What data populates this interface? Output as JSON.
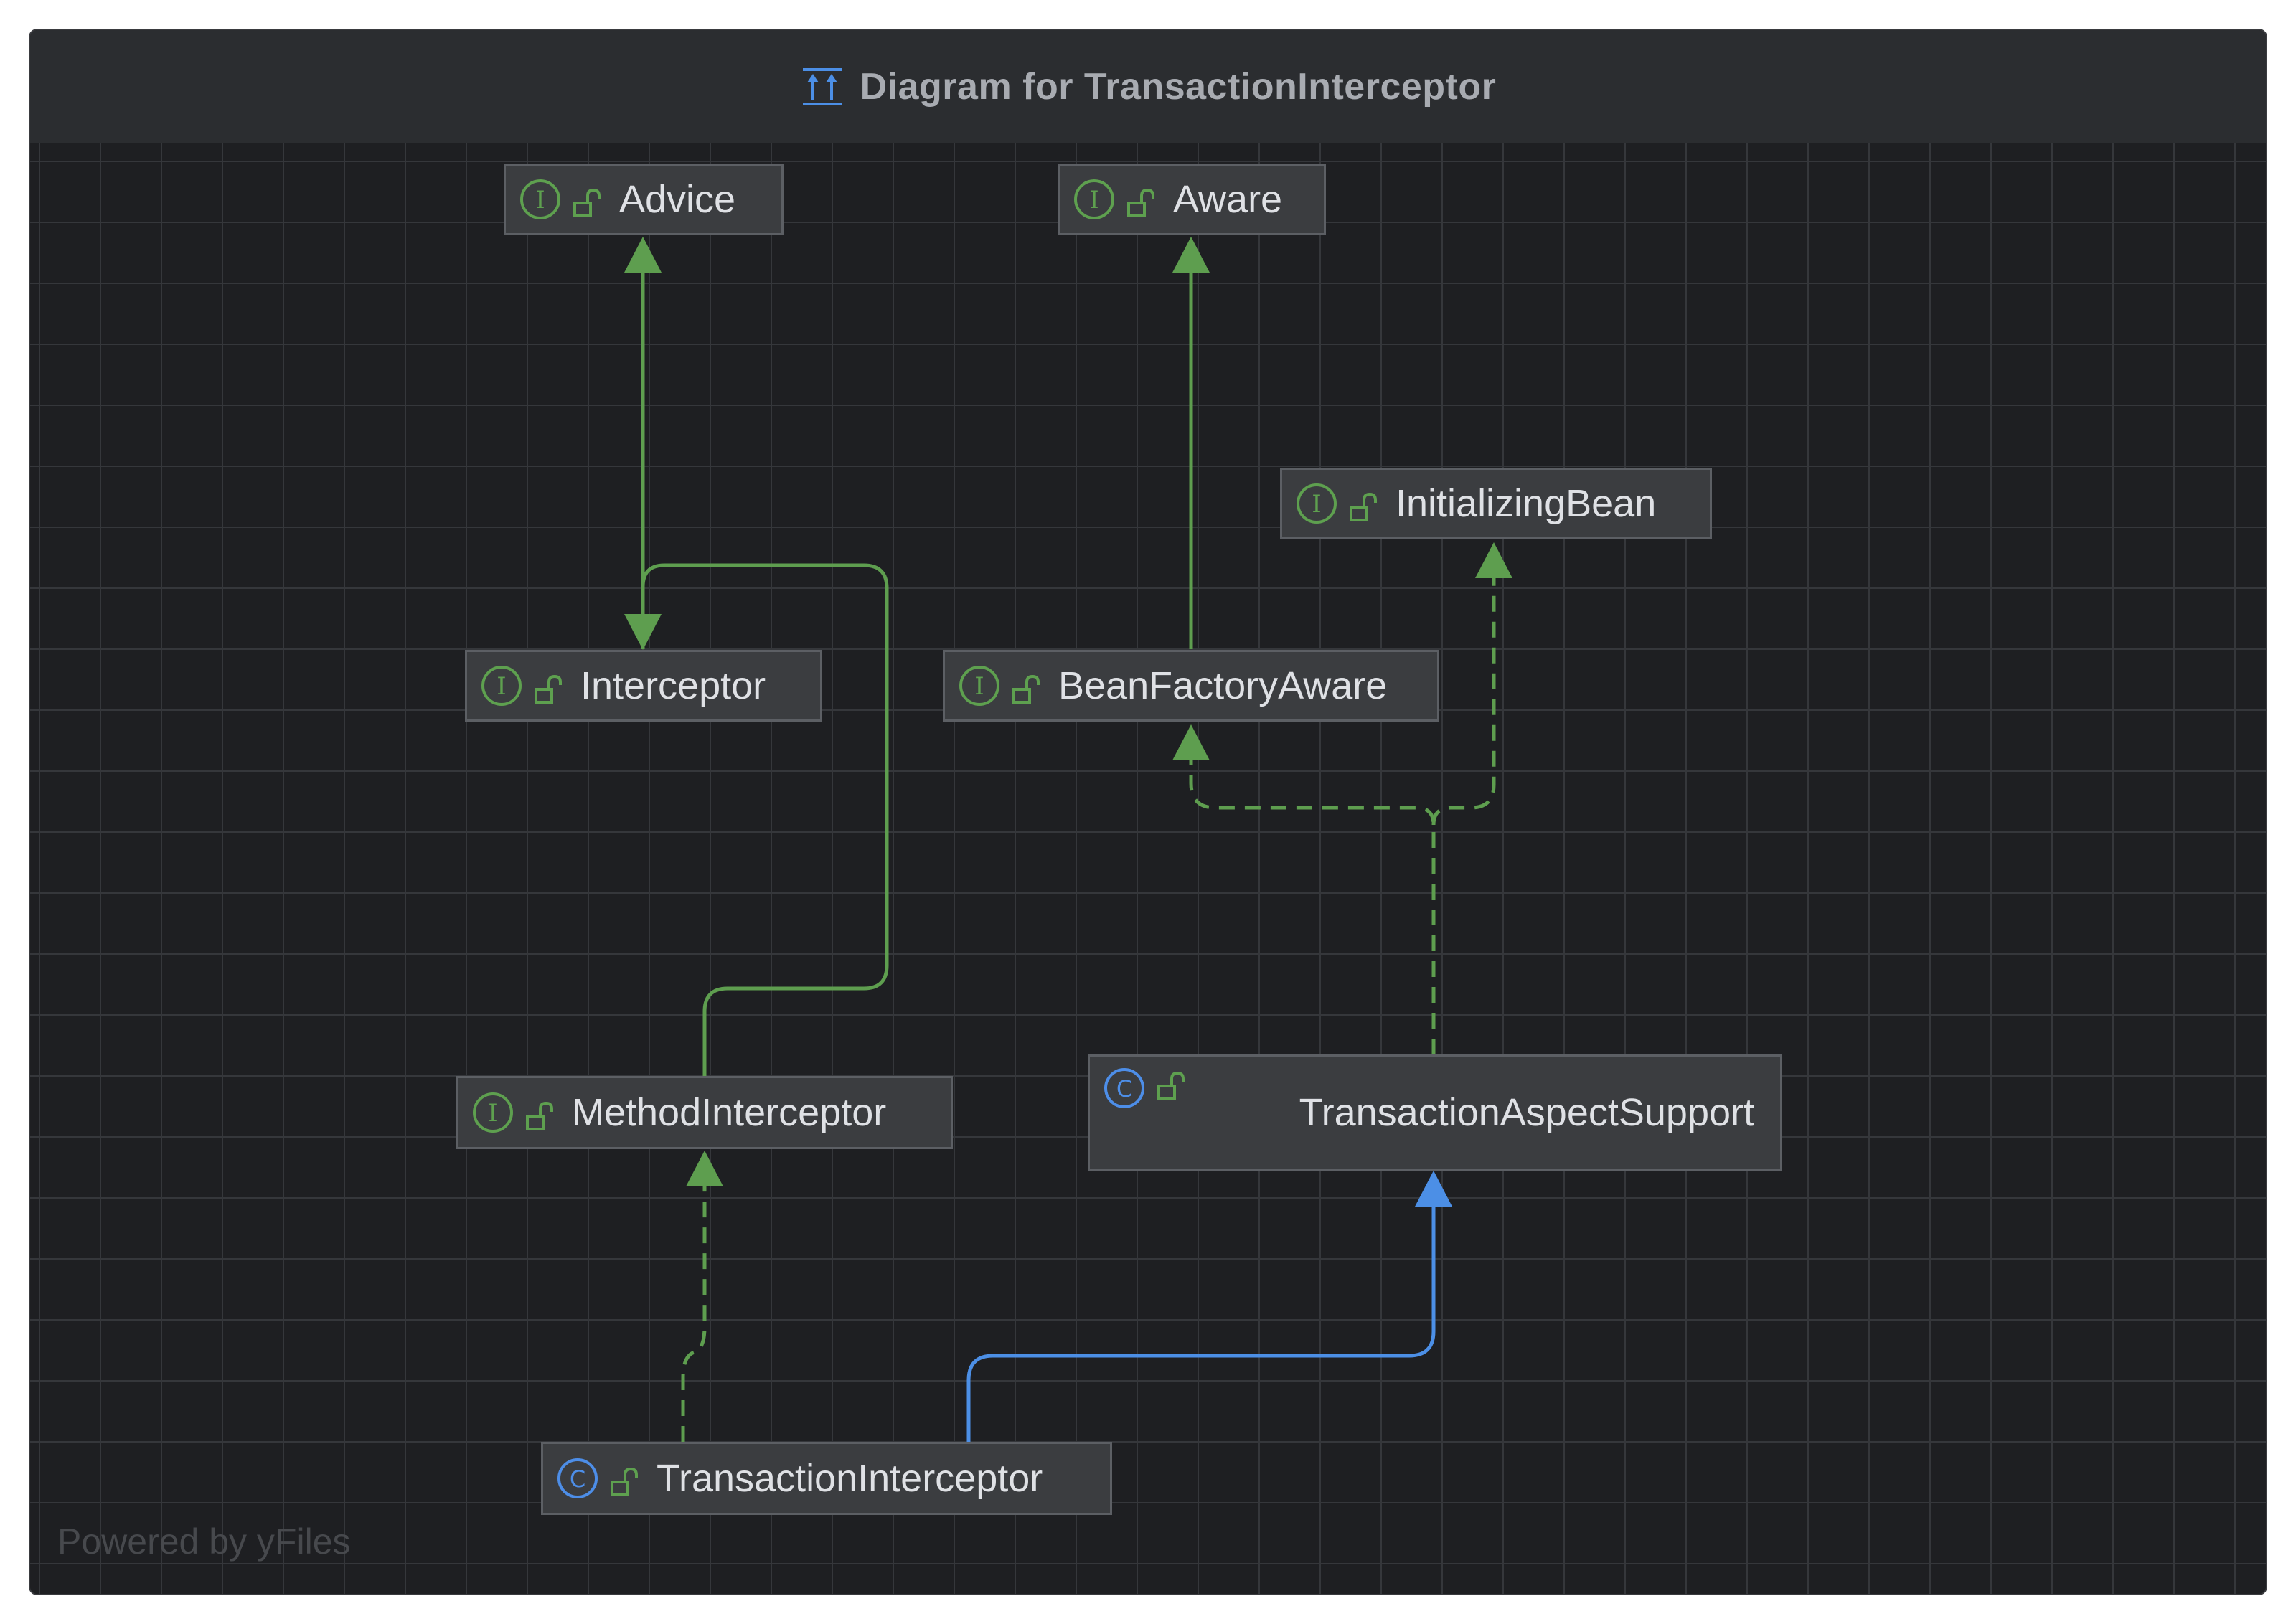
{
  "window": {
    "title": "Diagram for TransactionInterceptor",
    "title_icon": "diagram-icon"
  },
  "nodes": {
    "advice": {
      "label": "Advice",
      "kind": "interface"
    },
    "aware": {
      "label": "Aware",
      "kind": "interface"
    },
    "initializing_bean": {
      "label": "InitializingBean",
      "kind": "interface"
    },
    "interceptor": {
      "label": "Interceptor",
      "kind": "interface"
    },
    "bean_factory_aware": {
      "label": "BeanFactoryAware",
      "kind": "interface"
    },
    "method_interceptor": {
      "label": "MethodInterceptor",
      "kind": "interface"
    },
    "transaction_aspect_support": {
      "label": "TransactionAspectSupport",
      "kind": "class"
    },
    "transaction_interceptor": {
      "label": "TransactionInterceptor",
      "kind": "class"
    }
  },
  "edges": [
    {
      "from": "Interceptor",
      "to": "Advice",
      "type": "extends"
    },
    {
      "from": "MethodInterceptor",
      "to": "Interceptor",
      "type": "extends"
    },
    {
      "from": "BeanFactoryAware",
      "to": "Aware",
      "type": "extends"
    },
    {
      "from": "TransactionAspectSupport",
      "to": "BeanFactoryAware",
      "type": "implements"
    },
    {
      "from": "TransactionAspectSupport",
      "to": "InitializingBean",
      "type": "implements"
    },
    {
      "from": "TransactionInterceptor",
      "to": "MethodInterceptor",
      "type": "implements"
    },
    {
      "from": "TransactionInterceptor",
      "to": "TransactionAspectSupport",
      "type": "extends"
    }
  ],
  "colors": {
    "interface_edge": "#5e9e4f",
    "class_edge": "#4c8fe6",
    "interface_icon": "#5ea04f",
    "class_icon": "#4d8ee8",
    "lock_icon": "#5ea04f"
  },
  "footer": {
    "watermark": "Powered by yFiles"
  }
}
